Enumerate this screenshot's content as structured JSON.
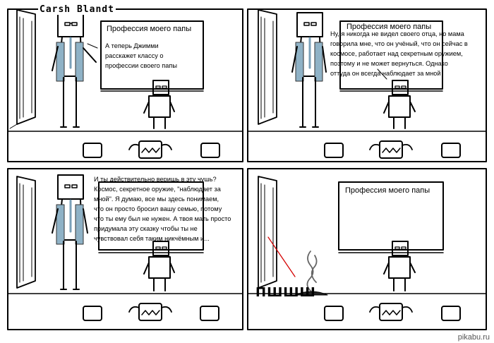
{
  "comic": {
    "title": "Carsh Blandt",
    "watermark": "pikabu.ru"
  },
  "panels": [
    {
      "board_title": "Профессия моего папы",
      "caption": "А теперь Джимми\nрасскажет классу о\nпрофессии своего папы"
    },
    {
      "board_title": "Профессия моего папы",
      "caption": "Ну, я никогда не видел своего отца, но мама\nговорила мне, что он учёный, что он сейчас в\nкосмосе, работает над секретным оружием,\nпоэтому и не может вернуться. Однако\nоттуда он всегда наблюдает за мной"
    },
    {
      "board_title": "",
      "caption": "И ты действительно веришь в эту чушь?\nКосмос, секретное оружие, \"наблюдает за\nмной\". Я думаю, все мы здесь понимаем,\nчто он просто бросил вашу семью, потому\nчто ты ему был не нужен. А твоя мать просто\nпридумала эту сказку чтобы ты не\nчувствовал себя таким никчёмным и..."
    },
    {
      "board_title": "Профессия моего папы",
      "caption": "",
      "sfx": "ПШШШ"
    }
  ]
}
